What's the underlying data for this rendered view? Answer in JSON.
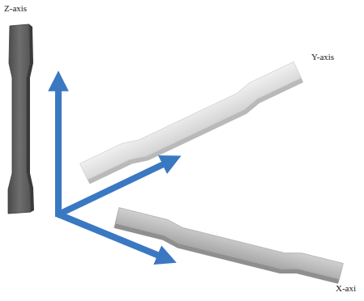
{
  "diagram": {
    "labels": [
      "Z-axis",
      "Y-axis",
      "X-axi"
    ]
  }
}
